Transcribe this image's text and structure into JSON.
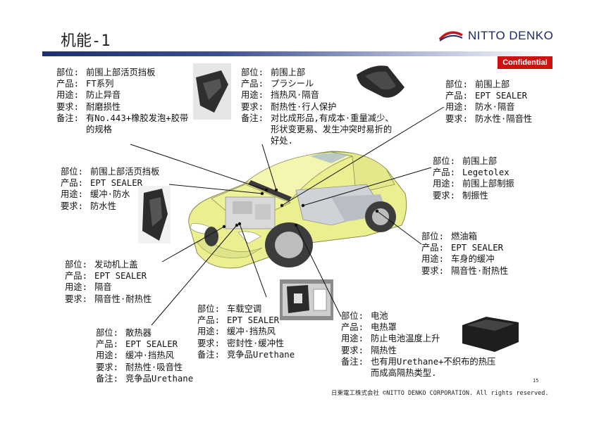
{
  "header": {
    "title": "机能-1",
    "logo_text": "NITTO DENKO",
    "confidential_label": "Confidential"
  },
  "callouts": [
    {
      "id": "hinge-cover-ft",
      "rows": [
        {
          "k": "部位:",
          "v": "前围上部活页挡板"
        },
        {
          "k": "产品:",
          "v": "FT系列"
        },
        {
          "k": "用途:",
          "v": "防止异音"
        },
        {
          "k": "要求:",
          "v": "耐磨损性"
        },
        {
          "k": "备注:",
          "v": "有No.443+橡胶发泡+胶带"
        },
        {
          "k": "",
          "v": "的规格"
        }
      ]
    },
    {
      "id": "cowl-plastic",
      "rows": [
        {
          "k": "部位:",
          "v": "前围上部"
        },
        {
          "k": "产品:",
          "v": "プラシール"
        },
        {
          "k": "用途:",
          "v": "挡热风·隔音"
        },
        {
          "k": "要求:",
          "v": "耐热性·行人保护"
        },
        {
          "k": "备注:",
          "v": "对比成形品,有成本·重量减少、"
        },
        {
          "k": "",
          "v": "形状变更易、发生冲突时易折的"
        },
        {
          "k": "",
          "v": "好处."
        }
      ]
    },
    {
      "id": "cowl-ept",
      "rows": [
        {
          "k": "部位:",
          "v": "前围上部"
        },
        {
          "k": "产品:",
          "v": "EPT SEALER"
        },
        {
          "k": "用途:",
          "v": "防水·隔音"
        },
        {
          "k": "要求:",
          "v": "防水性·隔音性"
        }
      ]
    },
    {
      "id": "cowl-legetolex",
      "rows": [
        {
          "k": "部位:",
          "v": "前围上部"
        },
        {
          "k": "产品:",
          "v": "Legetolex"
        },
        {
          "k": "用途:",
          "v": "前围上部制振"
        },
        {
          "k": "要求:",
          "v": "制振性"
        }
      ]
    },
    {
      "id": "hinge-cover-ept",
      "rows": [
        {
          "k": "部位:",
          "v": "前围上部活页挡板"
        },
        {
          "k": "产品:",
          "v": "EPT SEALER"
        },
        {
          "k": "用途:",
          "v": "缓冲·防水"
        },
        {
          "k": "要求:",
          "v": "防水性"
        }
      ]
    },
    {
      "id": "fuel-tank",
      "rows": [
        {
          "k": "部位:",
          "v": "燃油箱"
        },
        {
          "k": "产品:",
          "v": "EPT SEALER"
        },
        {
          "k": "用途:",
          "v": "车身的缓冲"
        },
        {
          "k": "要求:",
          "v": "隔音性·耐热性"
        }
      ]
    },
    {
      "id": "engine-cover",
      "rows": [
        {
          "k": "部位:",
          "v": "发动机上盖"
        },
        {
          "k": "产品:",
          "v": "EPT SEALER"
        },
        {
          "k": "用途:",
          "v": "隔音"
        },
        {
          "k": "要求:",
          "v": "隔音性·耐热性"
        }
      ]
    },
    {
      "id": "car-ac",
      "rows": [
        {
          "k": "部位:",
          "v": "车载空调"
        },
        {
          "k": "产品:",
          "v": "EPT SEALER"
        },
        {
          "k": "用途:",
          "v": "缓冲·挡热风"
        },
        {
          "k": "要求:",
          "v": "密封性·缓冲性"
        },
        {
          "k": "备注:",
          "v": "竞争品Urethane"
        }
      ]
    },
    {
      "id": "battery",
      "rows": [
        {
          "k": "部位:",
          "v": "电池"
        },
        {
          "k": "产品:",
          "v": "电热罩"
        },
        {
          "k": "用途:",
          "v": "防止电池温度上升"
        },
        {
          "k": "要求:",
          "v": "隔热性"
        },
        {
          "k": "备注:",
          "v": "也有用Urethane+不织布的热压"
        },
        {
          "k": "",
          "v": "而成高隔热类型."
        }
      ]
    },
    {
      "id": "radiator",
      "rows": [
        {
          "k": "部位:",
          "v": "散热器"
        },
        {
          "k": "产品:",
          "v": "EPT SEALER"
        },
        {
          "k": "用途:",
          "v": "缓冲·挡热风"
        },
        {
          "k": "要求:",
          "v": "耐热性·吸音性"
        },
        {
          "k": "备注:",
          "v": "竞争品Urethane"
        }
      ]
    }
  ],
  "footer": {
    "copyright": "日東電工株式会社  ©NITTO DENKO CORPORATION. All rights reserved.",
    "page_number": "15"
  },
  "colors": {
    "car_body": "#ecef8f",
    "callout_red": "#cc1111",
    "brand_navy": "#1c2a66"
  }
}
